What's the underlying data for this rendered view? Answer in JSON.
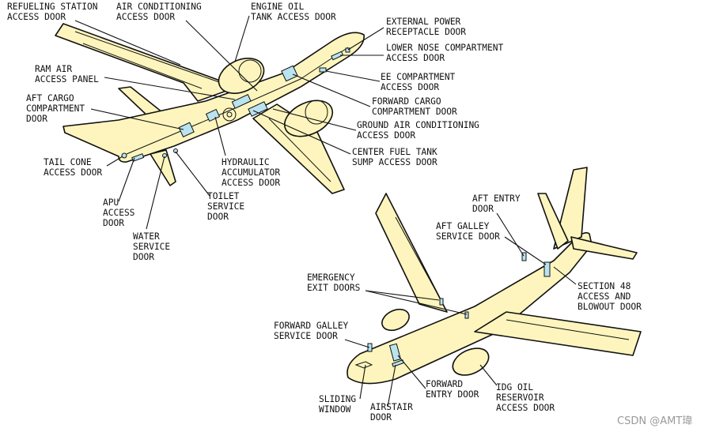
{
  "colors": {
    "airframe": "#fdf5bd",
    "door_highlight": "#b9e3ef",
    "line": "#111111"
  },
  "labels": {
    "refueling_station": [
      "REFUELING STATION",
      "ACCESS DOOR"
    ],
    "air_conditioning": [
      "AIR CONDITIONING",
      "ACCESS DOOR"
    ],
    "engine_oil_tank": [
      "ENGINE OIL",
      "TANK ACCESS DOOR"
    ],
    "external_power": [
      "EXTERNAL POWER",
      "RECEPTACLE DOOR"
    ],
    "lower_nose": [
      "LOWER NOSE COMPARTMENT",
      "ACCESS DOOR"
    ],
    "ee_compartment": [
      "EE COMPARTMENT",
      "ACCESS DOOR"
    ],
    "ram_air": [
      "RAM AIR",
      "ACCESS PANEL"
    ],
    "forward_cargo": [
      "FORWARD CARGO",
      "COMPARTMENT DOOR"
    ],
    "aft_cargo": [
      "AFT CARGO",
      "COMPARTMENT",
      "DOOR"
    ],
    "ground_air": [
      "GROUND AIR CONDITIONING",
      "ACCESS DOOR"
    ],
    "center_fuel": [
      "CENTER FUEL TANK",
      "SUMP ACCESS DOOR"
    ],
    "tail_cone": [
      "TAIL CONE",
      "ACCESS DOOR"
    ],
    "hydraulic": [
      "HYDRAULIC",
      "ACCUMULATOR",
      "ACCESS DOOR"
    ],
    "apu": [
      "APU",
      "ACCESS",
      "DOOR"
    ],
    "toilet": [
      "TOILET",
      "SERVICE",
      "DOOR"
    ],
    "water": [
      "WATER",
      "SERVICE",
      "DOOR"
    ],
    "aft_entry": [
      "AFT ENTRY",
      "DOOR"
    ],
    "aft_galley": [
      "AFT GALLEY",
      "SERVICE DOOR"
    ],
    "section48": [
      "SECTION 48",
      "ACCESS AND",
      "BLOWOUT DOOR"
    ],
    "emergency_exit": [
      "EMERGENCY",
      "EXIT DOORS"
    ],
    "forward_galley": [
      "FORWARD GALLEY",
      "SERVICE DOOR"
    ],
    "forward_entry": [
      "FORWARD",
      "ENTRY DOOR"
    ],
    "idg_oil": [
      "IDG OIL",
      "RESERVOIR",
      "ACCESS DOOR"
    ],
    "sliding_window": [
      "SLIDING",
      "WINDOW"
    ],
    "airstair": [
      "AIRSTAIR",
      "DOOR"
    ]
  },
  "watermark": "CSDN @AMT瑋"
}
